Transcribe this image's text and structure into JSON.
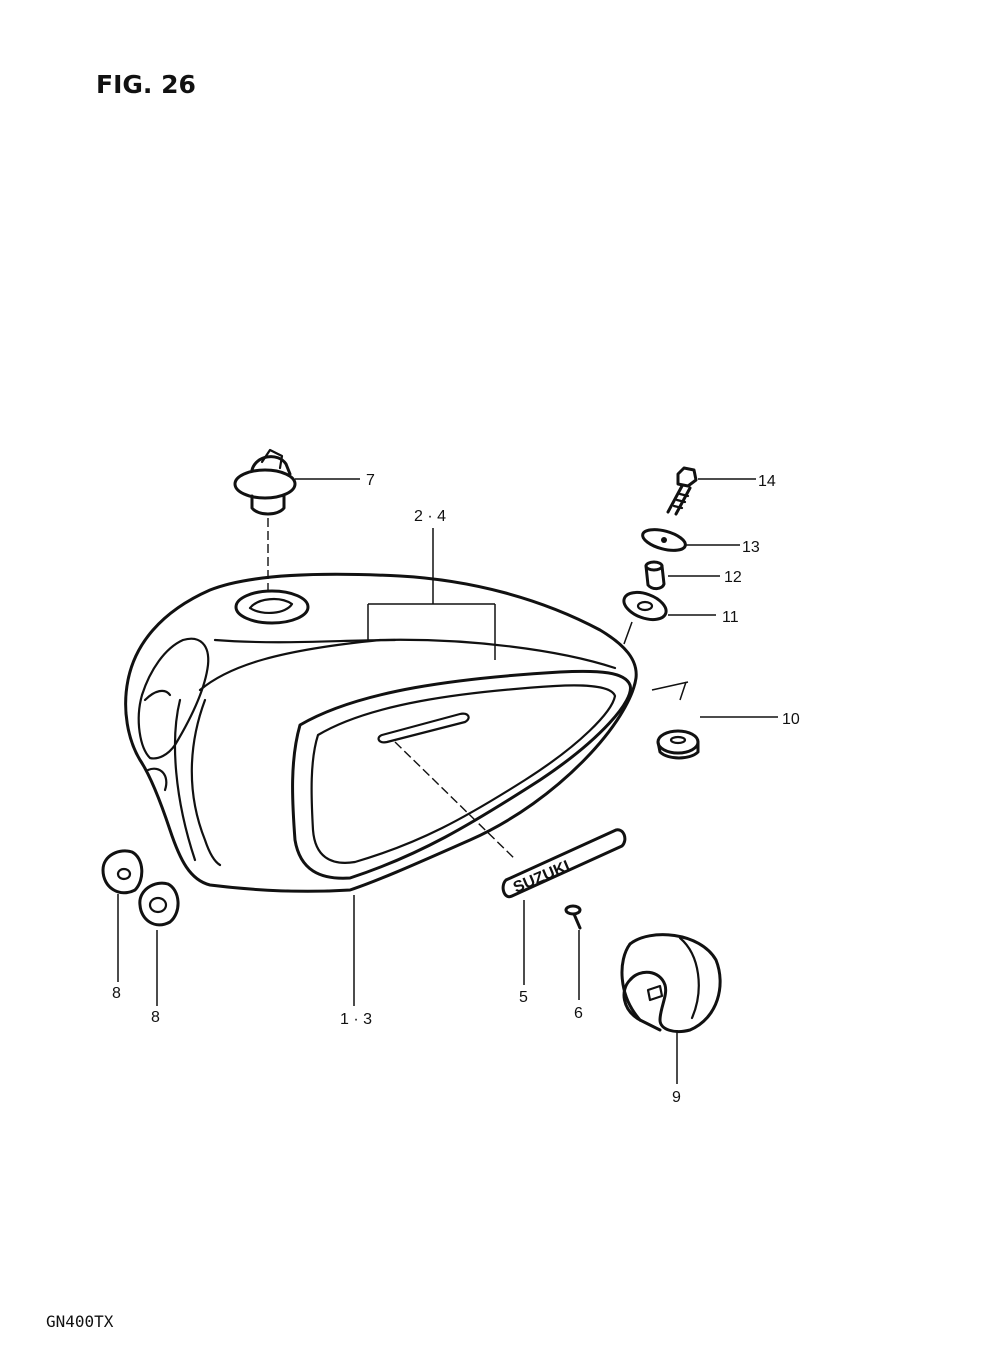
{
  "figure": {
    "title": "FIG. 26",
    "model": "GN400TX"
  },
  "callouts": {
    "c1": "1 · 3",
    "c2": "2 · 4",
    "c5": "5",
    "c6": "6",
    "c7": "7",
    "c8a": "8",
    "c8b": "8",
    "c9": "9",
    "c10": "10",
    "c11": "11",
    "c12": "12",
    "c13": "13",
    "c14": "14"
  },
  "emblem_text": "SUZUKI"
}
